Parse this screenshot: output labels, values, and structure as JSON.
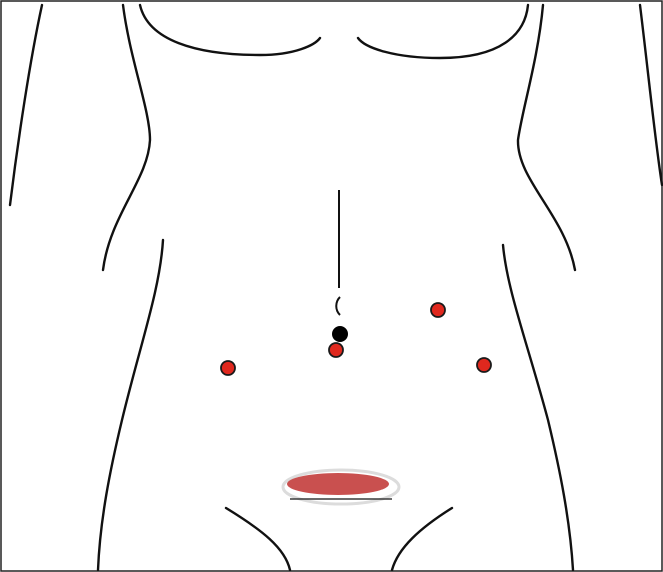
{
  "diagram": {
    "subject": "abdomen-torso-outline",
    "colors": {
      "outline": "#111111",
      "port_fill": "#e0281e",
      "port_stroke": "#1a1a1a",
      "incision_fill": "#c9504f",
      "incision_ring": "#d9d9d9",
      "frame": "#222222",
      "background": "#ffffff"
    },
    "port_sites": [
      {
        "name": "port-site-umbilical"
      },
      {
        "name": "port-site-left-upper"
      },
      {
        "name": "port-site-left-lateral"
      },
      {
        "name": "port-site-right-lateral"
      }
    ],
    "landmarks": [
      {
        "name": "midline-line"
      },
      {
        "name": "umbilicus-marker"
      },
      {
        "name": "pfannenstiel-incision"
      }
    ]
  }
}
